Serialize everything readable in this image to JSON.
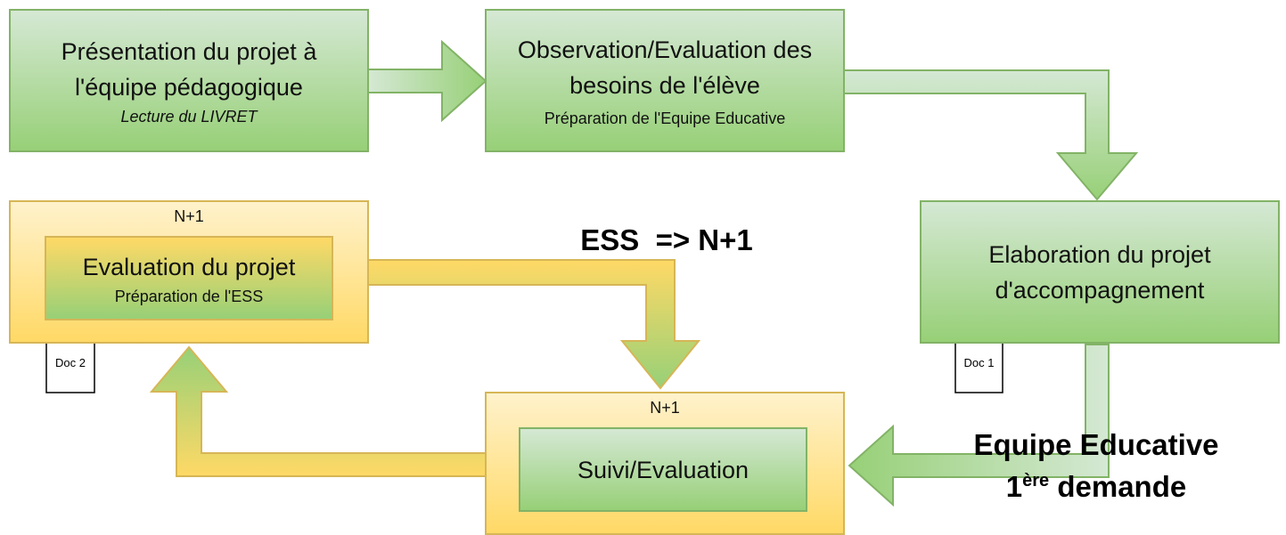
{
  "box1": {
    "title_line1": "Présentation du projet à",
    "title_line2": "l'équipe pédagogique",
    "subtitle": "Lecture du LIVRET"
  },
  "box2": {
    "title_line1": "Observation/Evaluation des",
    "title_line2": "besoins de l'élève",
    "subtitle": "Préparation de l'Equipe Educative"
  },
  "box3": {
    "title_line1": "Elaboration du projet",
    "title_line2": "d'accompagnement"
  },
  "box4": {
    "tag": "N+1",
    "title": "Evaluation du projet",
    "subtitle": "Préparation de l'ESS"
  },
  "box5": {
    "tag": "N+1",
    "title": "Suivi/Evaluation"
  },
  "doc1": {
    "label": "Doc 1"
  },
  "doc2": {
    "label": "Doc 2"
  },
  "label_ess": "ESS  => N+1",
  "label_equipe": {
    "line1": "Equipe Educative",
    "line2_num": "1",
    "line2_sup": "ère",
    "line2_rest": " demande"
  },
  "colors": {
    "green_border": "#82b366",
    "green_light": "#d5e8d4",
    "green_dark": "#97d077",
    "yellow_border": "#d6b656",
    "yellow_light": "#fff2cc",
    "yellow_dark": "#ffd966"
  }
}
